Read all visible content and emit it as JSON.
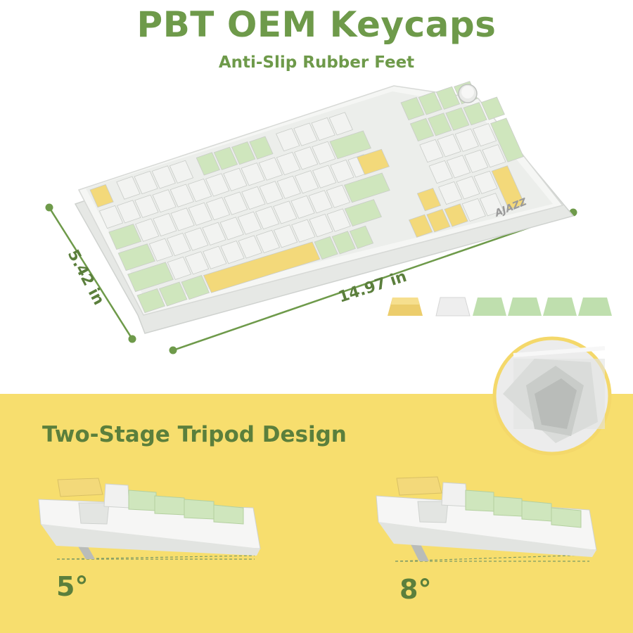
{
  "header": {
    "title": "PBT OEM Keycaps",
    "subtitle": "Anti-Slip Rubber Feet"
  },
  "dimensions": {
    "width": "14.97 in",
    "depth": "5.42 in"
  },
  "brand_logo": "AJAZZ",
  "colors": {
    "brand_green": "#6e9a4a",
    "key_green": "#cfe6bd",
    "key_yellow": "#f3d97a",
    "key_white": "#f2f3f1",
    "band_yellow": "#f7de6e"
  },
  "tripod": {
    "heading": "Two-Stage Tripod Design",
    "angles": [
      "5°",
      "8°"
    ]
  }
}
